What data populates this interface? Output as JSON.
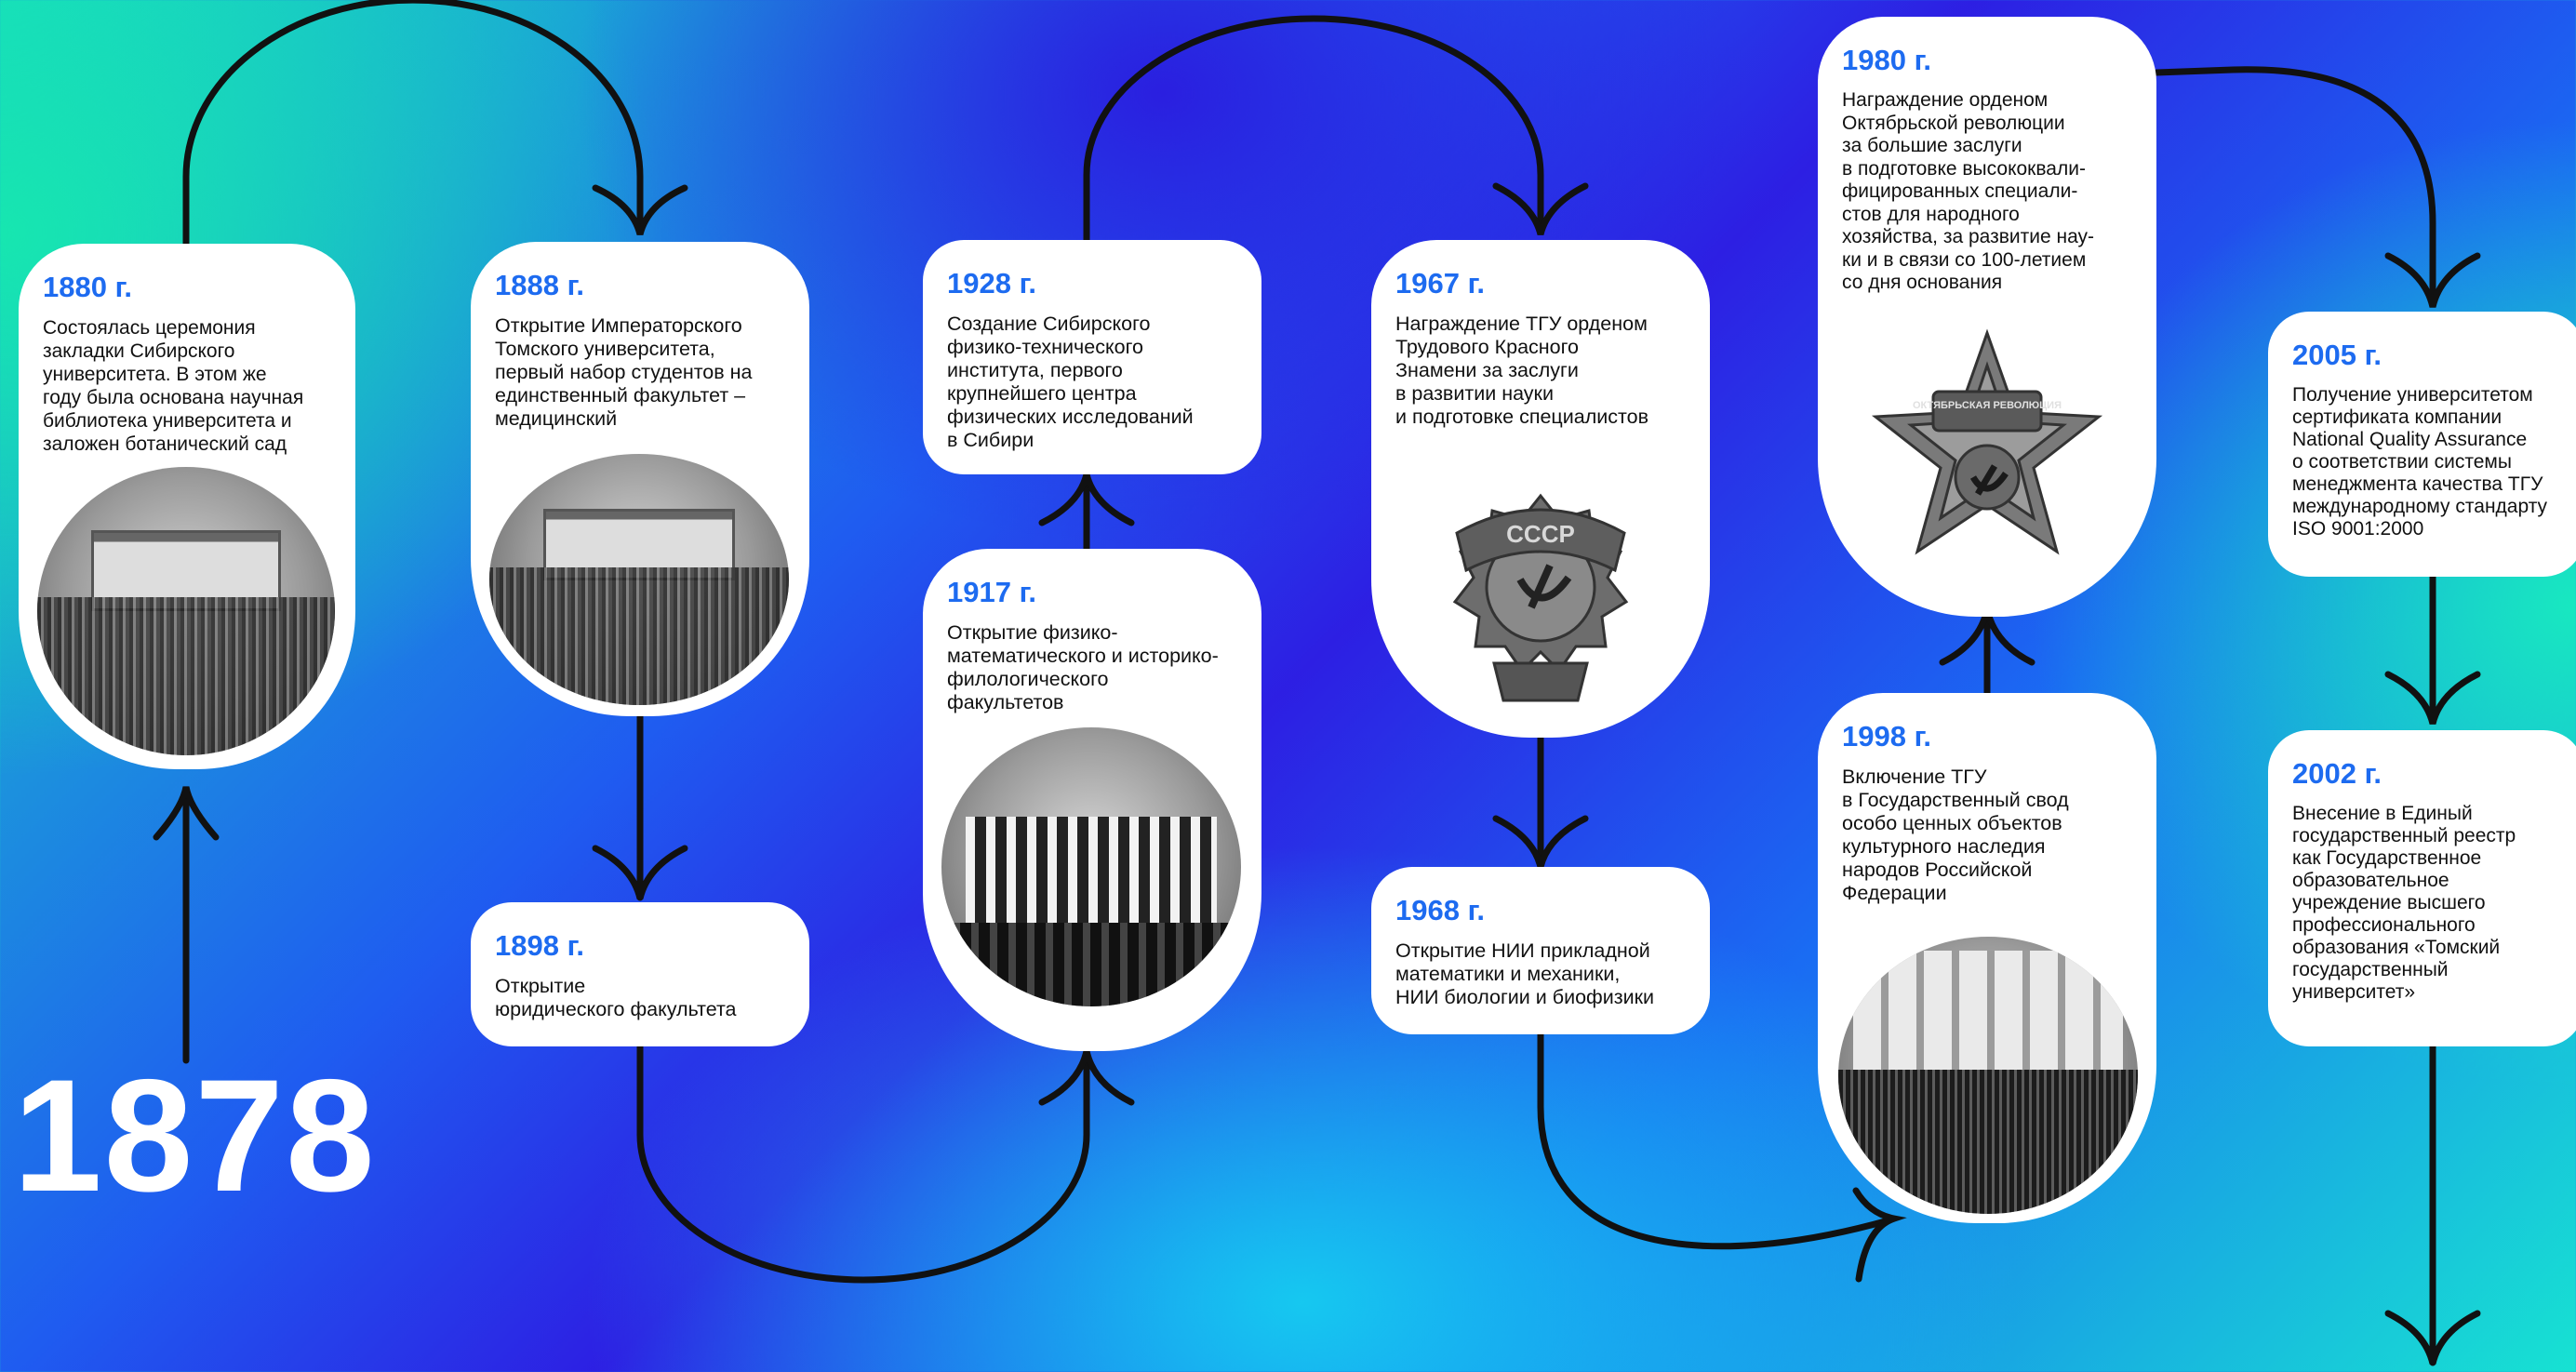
{
  "start_year": "1878",
  "events": [
    {
      "year": "1880 г.",
      "text": "Состоялась церемония\nзакладки Сибирского\nуниверситета. В этом же\nгоду была основана научная\nбиблиотека университета и\nзаложен ботанический сад"
    },
    {
      "year": "1888 г.",
      "text": "Открытие Императорского\nТомского университета,\nпервый набор студентов на\nединственный факультет –\nмедицинский"
    },
    {
      "year": "1898 г.",
      "text": "Открытие\nюридического факультета"
    },
    {
      "year": "1917 г.",
      "text": "Открытие физико-\nматематического и историко-\nфилологического\nфакультетов"
    },
    {
      "year": "1928 г.",
      "text": "Создание Сибирского\nфизико-технического\nинститута, первого\nкрупнейшего центра\nфизических исследований\nв Сибири"
    },
    {
      "year": "1967 г.",
      "text": "Награждение ТГУ орденом\nТрудового Красного\nЗнамени за заслуги\nв развитии науки\nи подготовке специалистов"
    },
    {
      "year": "1968 г.",
      "text": "Открытие НИИ прикладной\nматематики и механики,\nНИИ биологии и биофизики"
    },
    {
      "year": "1980 г.",
      "text": "Награждение орденом\nОктябрьской революции\nза большие заслуги\nв подготовке высококвали-\nфицированных специали-\nстов для народного\nхозяйства, за развитие нау-\nки и в связи со 100-летием\nсо дня основания"
    },
    {
      "year": "1998 г.",
      "text": "Включение ТГУ\nв Государственный свод\nособо ценных объектов\nкультурного наследия\nнародов Российской\nФедерации"
    },
    {
      "year": "2005 г.",
      "text": "Получение университетом\nсертификата компании\nNational Quality Assurance\nо соответствии системы\nменеджмента качества ТГУ\nмеждународному стандарту\nISO 9001:2000"
    },
    {
      "year": "2002 г.",
      "text": "Внесение  в Единый\nгосударственный реестр\nкак Государственное\nобразовательное\nучреждение высшего\nпрофессионального\nобразования «Томский\nгосударственный\nуниверситет»"
    }
  ],
  "medals": {
    "ussr_banner_text": "СССР",
    "october_text": "ОКТЯБРЬСКАЯ РЕВОЛЮЦИЯ"
  },
  "colors": {
    "year_accent": "#1d6bf0",
    "line": "#111111",
    "card": "#ffffff"
  }
}
